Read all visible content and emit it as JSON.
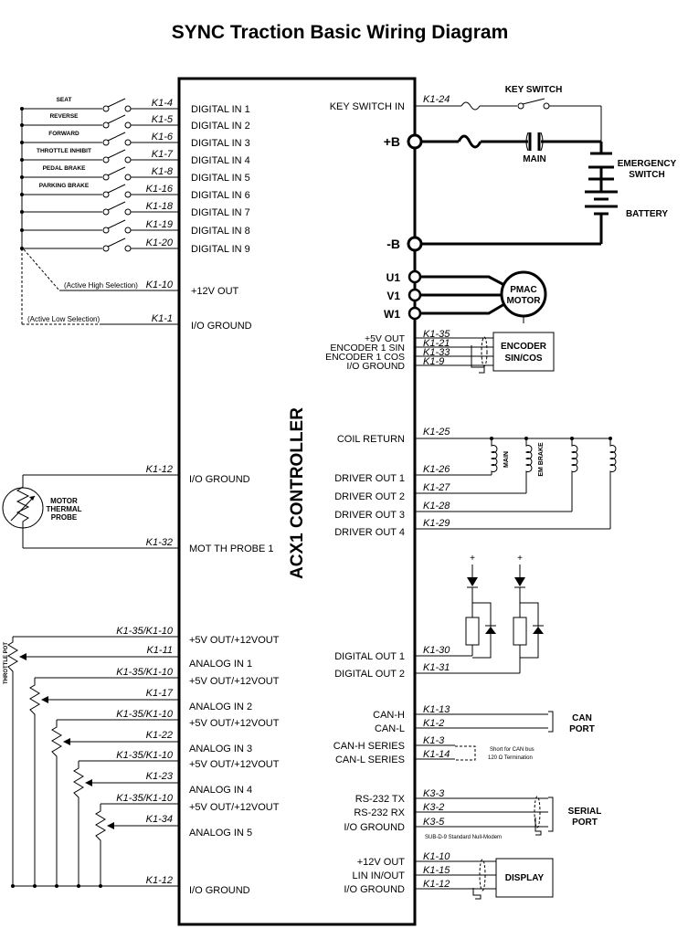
{
  "title": "SYNC Traction Basic Wiring Diagram",
  "controller_label": "ACX1 CONTROLLER",
  "switch_inputs": [
    {
      "label": "SEAT",
      "pin": "K1-4",
      "terminal": "DIGITAL IN 1"
    },
    {
      "label": "REVERSE",
      "pin": "K1-5",
      "terminal": "DIGITAL IN 2"
    },
    {
      "label": "FORWARD",
      "pin": "K1-6",
      "terminal": "DIGITAL IN 3"
    },
    {
      "label": "THROTTLE INHIBIT",
      "pin": "K1-7",
      "terminal": "DIGITAL IN 4"
    },
    {
      "label": "PEDAL BRAKE",
      "pin": "K1-8",
      "terminal": "DIGITAL IN 5"
    },
    {
      "label": "PARKING BRAKE",
      "pin": "K1-16",
      "terminal": "DIGITAL IN 6"
    },
    {
      "label": "",
      "pin": "K1-18",
      "terminal": "DIGITAL IN 7"
    },
    {
      "label": "",
      "pin": "K1-19",
      "terminal": "DIGITAL IN 8"
    },
    {
      "label": "",
      "pin": "K1-20",
      "terminal": "DIGITAL IN 9"
    }
  ],
  "active_high": {
    "label": "(Active High Selection)",
    "pin": "K1-10",
    "terminal": "+12V OUT"
  },
  "active_low": {
    "label": "(Active Low Selection)",
    "pin": "K1-1",
    "terminal": "I/O GROUND"
  },
  "thermal_probe": {
    "label_lines": [
      "MOTOR",
      "THERMAL",
      "PROBE"
    ],
    "ground_pin": "K1-12",
    "ground_terminal": "I/O GROUND",
    "probe_pin": "K1-32",
    "probe_terminal": "MOT TH PROBE 1"
  },
  "throttle_pot_label": "THROTTLE POT",
  "analog_groups": [
    {
      "supply_pin": "K1-35/K1-10",
      "supply_terminal": "+5V OUT/+12VOUT",
      "in_pin": "K1-11",
      "in_terminal": "ANALOG IN 1"
    },
    {
      "supply_pin": "K1-35/K1-10",
      "supply_terminal": "+5V OUT/+12VOUT",
      "in_pin": "K1-17",
      "in_terminal": "ANALOG IN 2"
    },
    {
      "supply_pin": "K1-35/K1-10",
      "supply_terminal": "+5V OUT/+12VOUT",
      "in_pin": "K1-22",
      "in_terminal": "ANALOG IN 3"
    },
    {
      "supply_pin": "K1-35/K1-10",
      "supply_terminal": "+5V OUT/+12VOUT",
      "in_pin": "K1-23",
      "in_terminal": "ANALOG IN 4"
    },
    {
      "supply_pin": "K1-35/K1-10",
      "supply_terminal": "+5V OUT/+12VOUT",
      "in_pin": "K1-34",
      "in_terminal": "ANALOG IN 5"
    }
  ],
  "analog_ground": {
    "pin": "K1-12",
    "terminal": "I/O GROUND"
  },
  "power": {
    "key_switch_terminal": "KEY SWITCH IN",
    "key_switch_pin": "K1-24",
    "key_switch_label": "KEY SWITCH",
    "plus_b": "+B",
    "minus_b": "-B",
    "main_label": "MAIN",
    "emergency_switch": [
      "EMERGENCY",
      "SWITCH"
    ],
    "battery_label": "BATTERY"
  },
  "motor": {
    "phases": [
      "U1",
      "V1",
      "W1"
    ],
    "label_lines": [
      "PMAC",
      "MOTOR"
    ]
  },
  "encoder": {
    "label_lines": [
      "ENCODER",
      "SIN/COS"
    ],
    "rows": [
      {
        "terminal": "+5V OUT",
        "pin": "K1-35"
      },
      {
        "terminal": "ENCODER 1 SIN",
        "pin": "K1-21"
      },
      {
        "terminal": "ENCODER 1 COS",
        "pin": "K1-33"
      },
      {
        "terminal": "I/O GROUND",
        "pin": "K1-9"
      }
    ]
  },
  "coils": {
    "return_terminal": "COIL RETURN",
    "return_pin": "K1-25",
    "outputs": [
      {
        "terminal": "DRIVER OUT 1",
        "pin": "K1-26"
      },
      {
        "terminal": "DRIVER OUT 2",
        "pin": "K1-27"
      },
      {
        "terminal": "DRIVER OUT 3",
        "pin": "K1-28"
      },
      {
        "terminal": "DRIVER OUT 4",
        "pin": "K1-29"
      }
    ],
    "main_label": "MAIN",
    "brake_label": "EM BRAKE"
  },
  "digital_outs": [
    {
      "terminal": "DIGITAL OUT 1",
      "pin": "K1-30"
    },
    {
      "terminal": "DIGITAL OUT 2",
      "pin": "K1-31"
    }
  ],
  "plus_sign": "+",
  "can": {
    "rows": [
      {
        "terminal": "CAN-H",
        "pin": "K1-13"
      },
      {
        "terminal": "CAN-L",
        "pin": "K1-2"
      },
      {
        "terminal": "CAN-H SERIES",
        "pin": "K1-3"
      },
      {
        "terminal": "CAN-L SERIES",
        "pin": "K1-14"
      }
    ],
    "port_label": [
      "CAN",
      "PORT"
    ],
    "termination_note": [
      "Short for CAN bus",
      "120 Ω Termination"
    ]
  },
  "serial": {
    "rows": [
      {
        "terminal": "RS-232 TX",
        "pin": "K3-3"
      },
      {
        "terminal": "RS-232 RX",
        "pin": "K3-2"
      },
      {
        "terminal": "I/O GROUND",
        "pin": "K3-5"
      }
    ],
    "port_label": [
      "SERIAL",
      "PORT"
    ],
    "note": "SUB-D-9 Standard Null-Modem"
  },
  "display": {
    "label": "DISPLAY",
    "rows": [
      {
        "terminal": "+12V OUT",
        "pin": "K1-10"
      },
      {
        "terminal": "LIN IN/OUT",
        "pin": "K1-15"
      },
      {
        "terminal": "I/O GROUND",
        "pin": "K1-12"
      }
    ]
  }
}
